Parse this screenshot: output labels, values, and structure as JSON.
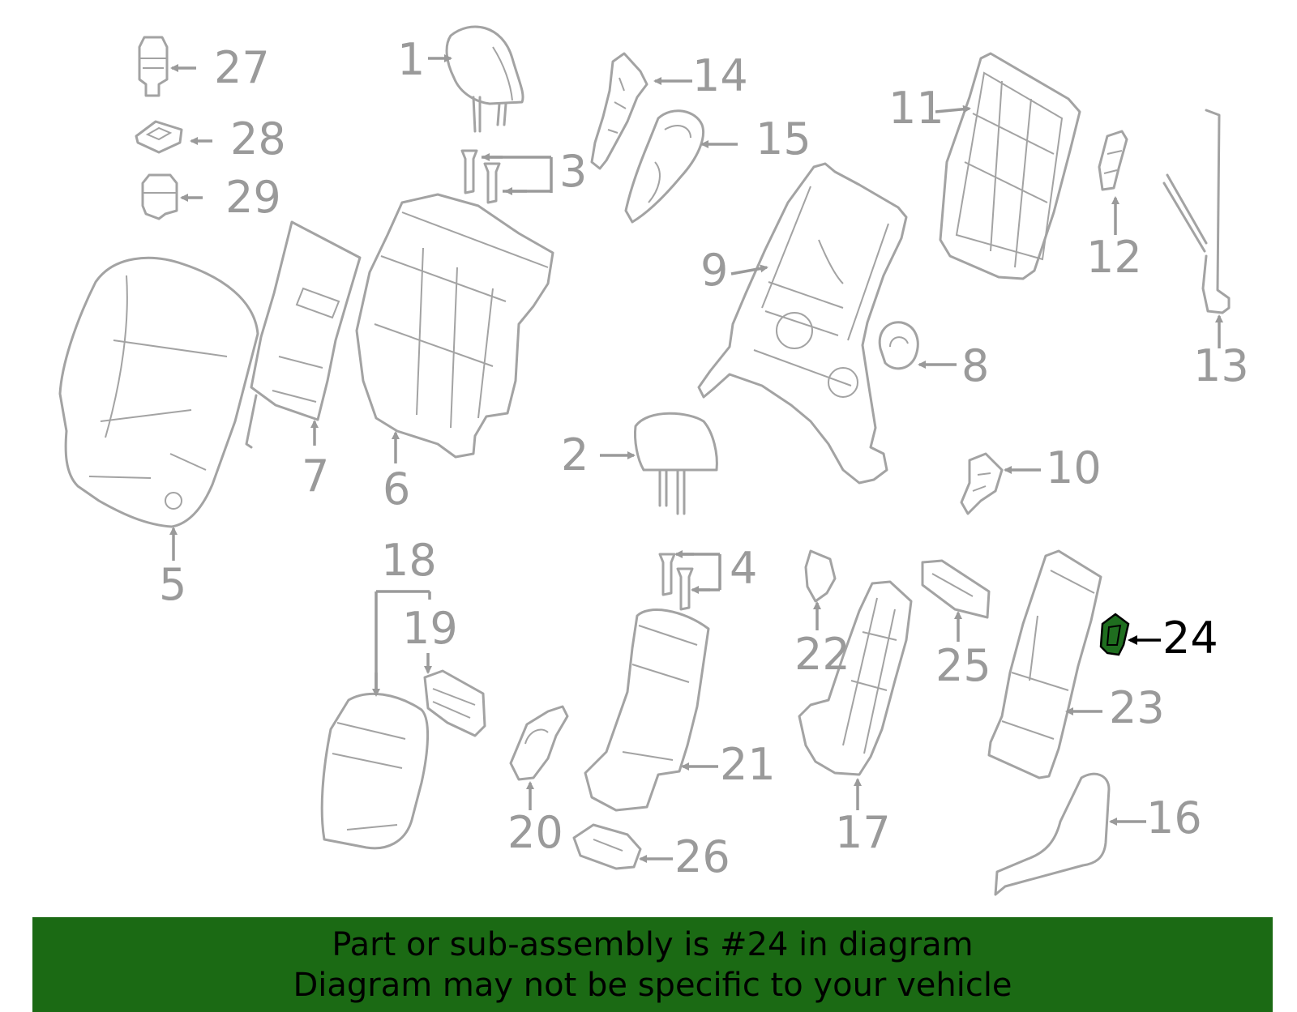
{
  "diagram": {
    "highlight_part": "24",
    "labels": [
      "1",
      "2",
      "3",
      "4",
      "5",
      "6",
      "7",
      "8",
      "9",
      "10",
      "11",
      "12",
      "13",
      "14",
      "15",
      "16",
      "17",
      "18",
      "19",
      "20",
      "21",
      "22",
      "23",
      "24",
      "25",
      "26",
      "27",
      "28",
      "29"
    ],
    "colors": {
      "line": "#a3a3a3",
      "label": "#9a9a9a",
      "highlight": "#1f6e1f",
      "banner": "#1b6a14"
    }
  },
  "banner": {
    "line1": "Part or sub-assembly is #24 in diagram",
    "line2": "Diagram may not be specific to your vehicle"
  }
}
